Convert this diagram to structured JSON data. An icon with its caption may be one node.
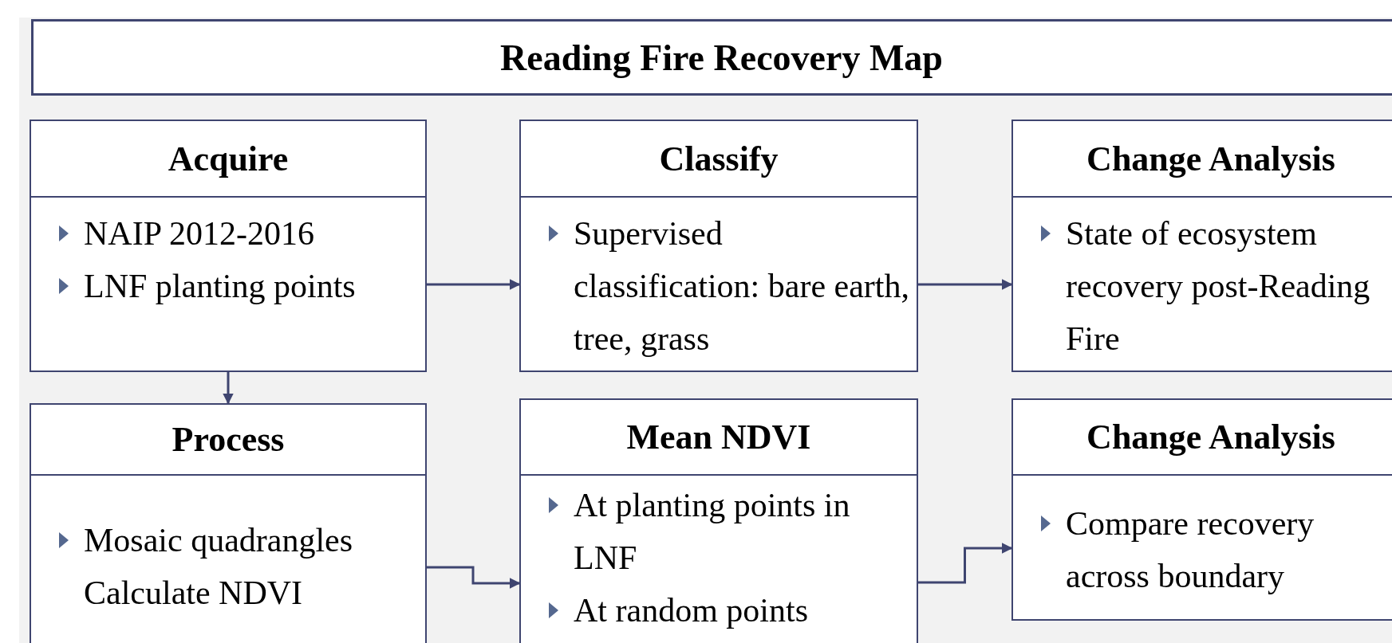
{
  "diagram": {
    "title": "Reading Fire Recovery Map",
    "nodes": [
      {
        "text": [
          "Acquire",
          "NAIP 2012-2016",
          "LNF planting points"
        ]
      },
      {
        "text": [
          "Classify",
          "Supervised classification: bare earth, tree, grass"
        ]
      },
      {
        "text": [
          "Change Analysis",
          "State of ecosystem recovery post-Reading Fire"
        ]
      },
      {
        "text": [
          "Process",
          "Mosaic quadrangles Calculate NDVI"
        ]
      },
      {
        "text": [
          "Mean NDVI",
          "At planting points in LNF",
          "At random points"
        ]
      },
      {
        "text": [
          "Change Analysis",
          "Compare recovery across boundary"
        ]
      }
    ],
    "edges": [
      {
        "from": 0,
        "to": 1,
        "arrow": "to"
      },
      {
        "from": 1,
        "to": 2,
        "arrow": "to"
      },
      {
        "from": 0,
        "to": 3,
        "arrow": "to"
      },
      {
        "from": 3,
        "to": 4,
        "arrow": "to"
      },
      {
        "from": 4,
        "to": 5,
        "arrow": "to"
      }
    ]
  }
}
